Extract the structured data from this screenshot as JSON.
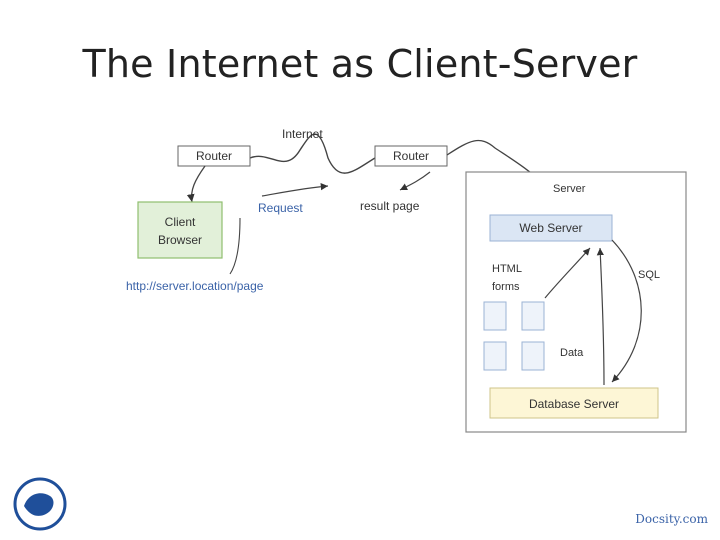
{
  "slide": {
    "title": "The Internet as Client-Server",
    "footer": "Docsity.com"
  },
  "diagram": {
    "internet_label": "Internet",
    "router_left": "Router",
    "router_right": "Router",
    "client_line1": "Client",
    "client_line2": "Browser",
    "request_label": "Request",
    "result_label": "result page",
    "url_label": "http://server.location/page",
    "server_label": "Server",
    "web_server_label": "Web Server",
    "html_forms_line1": "HTML",
    "html_forms_line2": "forms",
    "data_label": "Data",
    "sql_label": "SQL",
    "database_server_label": "Database Server"
  },
  "colors": {
    "client_fill": "#e2f0d9",
    "client_border": "#8fbf6f",
    "web_server_fill": "#dbe6f4",
    "database_fill": "#fdf6d6",
    "link_blue": "#3b63a8"
  }
}
